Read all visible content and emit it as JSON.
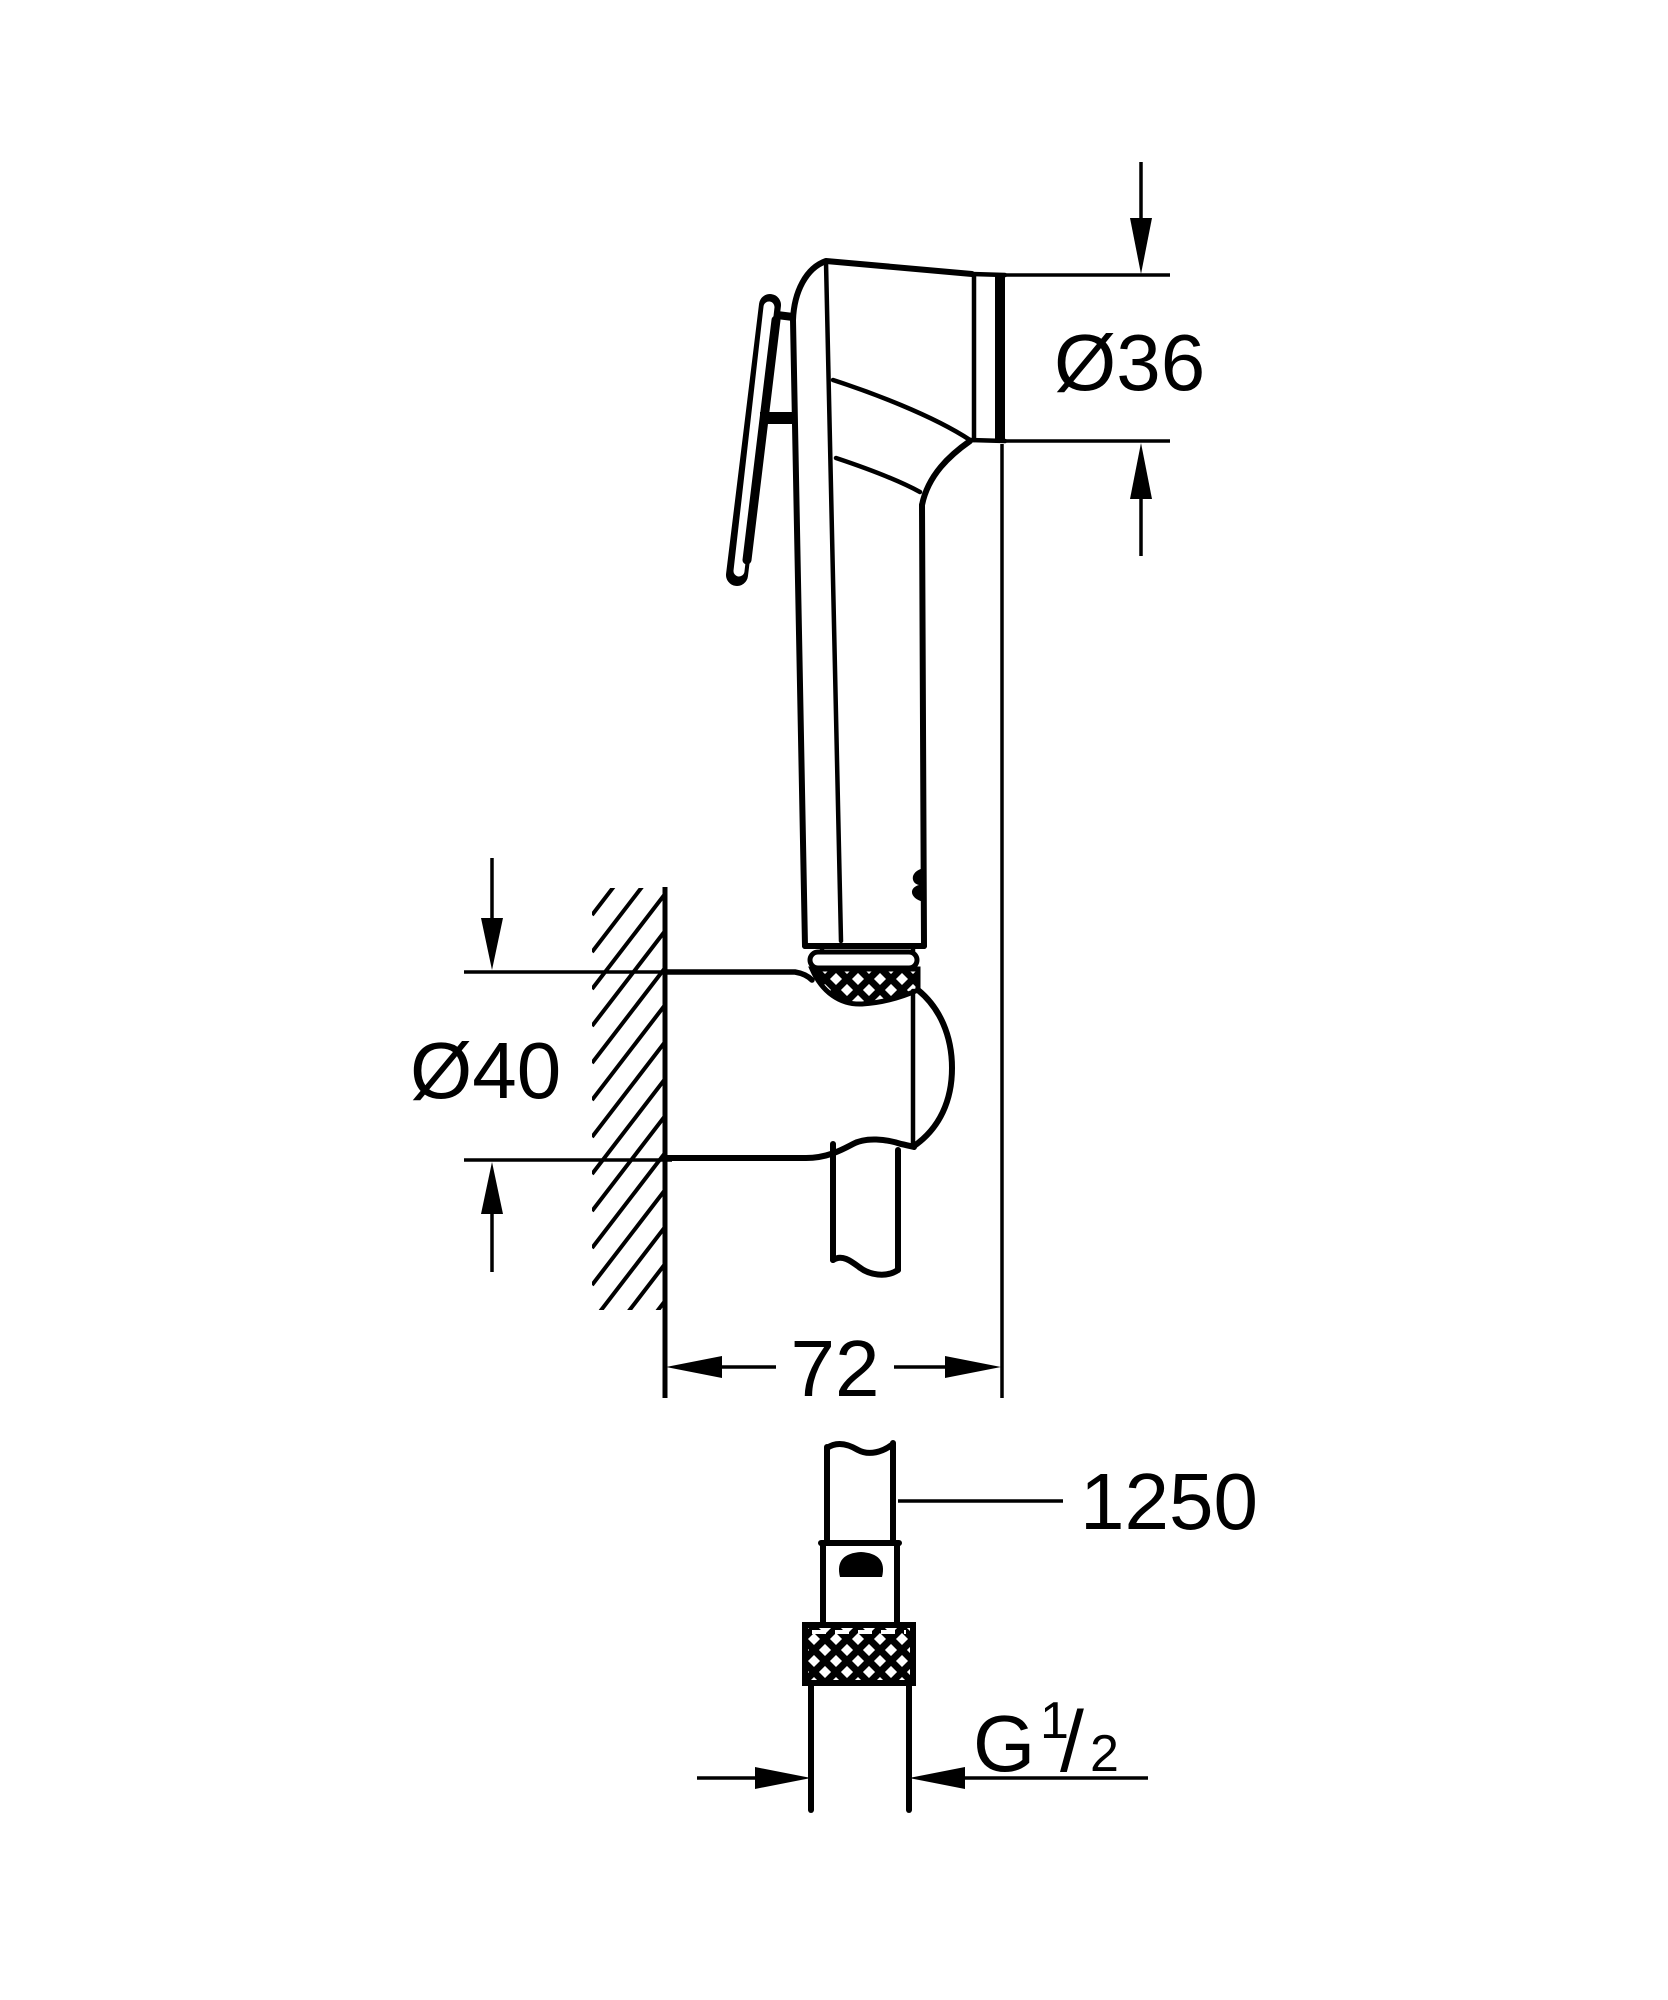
{
  "drawing": {
    "background": "#ffffff",
    "line_color": "#000000",
    "labels": {
      "spray_face_diameter": "Ø36",
      "holder_diameter": "Ø40",
      "wall_to_face_distance": "72",
      "hose_length": "1250",
      "thread": {
        "letter": "G",
        "numerator": "1",
        "slash": "/",
        "denominator": "2"
      }
    }
  }
}
